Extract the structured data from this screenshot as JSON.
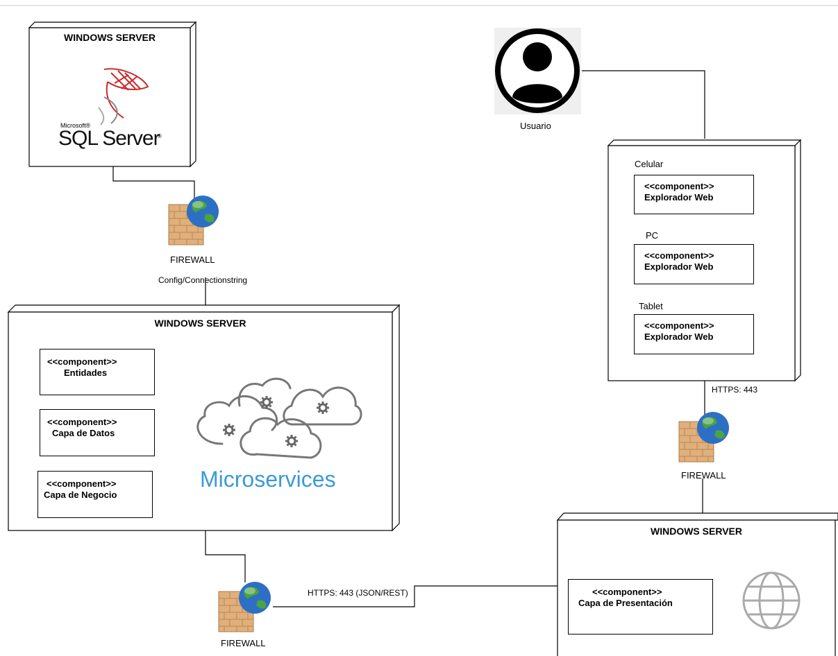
{
  "nodes": {
    "db_server": {
      "title": "WINDOWS SERVER",
      "logo_top": "Microsoft®",
      "logo_main": "SQL Server",
      "logo_tm": "®"
    },
    "app_server": {
      "title": "WINDOWS SERVER",
      "logo_text": "Microservices"
    },
    "client_device": {
      "label_celular": "Celular",
      "label_pc": "PC",
      "label_tablet": "Tablet"
    },
    "web_server": {
      "title": "WINDOWS SERVER"
    }
  },
  "components": {
    "entidades": {
      "stereotype": "<<component>>",
      "name": "Entidades"
    },
    "capa_datos": {
      "stereotype": "<<component>>",
      "name": "Capa de Datos"
    },
    "capa_negocio": {
      "stereotype": "<<component>>",
      "name": "Capa de Negocio"
    },
    "explorador_celular": {
      "stereotype": "<<component>>",
      "name": "Explorador Web"
    },
    "explorador_pc": {
      "stereotype": "<<component>>",
      "name": "Explorador Web"
    },
    "explorador_tablet": {
      "stereotype": "<<component>>",
      "name": "Explorador Web"
    },
    "capa_presentacion": {
      "stereotype": "<<component>>",
      "name": "Capa de Presentación"
    }
  },
  "firewalls": {
    "top_left": "FIREWALL",
    "bottom_left": "FIREWALL",
    "right": "FIREWALL"
  },
  "connections": {
    "config": "Config/Connectionstring",
    "https_client": "HTTPS: 443",
    "https_json": "HTTPS: 443 (JSON/REST)"
  },
  "actor": {
    "label": "Usuario"
  },
  "colors": {
    "line": "#000000",
    "microservices_blue": "#3a9ad9",
    "sql_red": "#cc2929",
    "brick": "#d9a066",
    "globe_blue": "#2d6fc4",
    "globe_green": "#3f9a3a"
  },
  "icons": [
    "sql-server-logo",
    "firewall-icon",
    "user-icon",
    "cloud-gears-icon",
    "globe-outline-icon",
    "component-icon"
  ]
}
